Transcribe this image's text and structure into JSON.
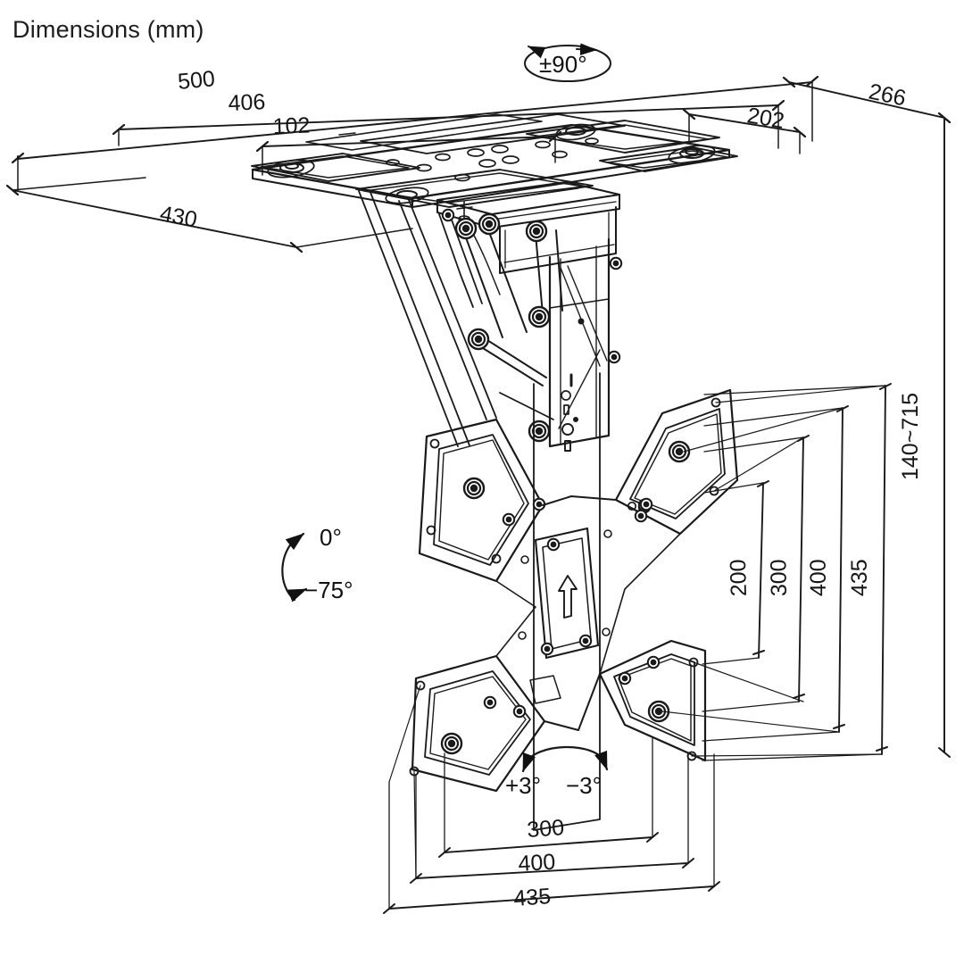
{
  "title": "Dimensions (mm)",
  "units": "mm",
  "drawing": {
    "type": "technical-dimension-drawing",
    "subject": "motorized flip-down ceiling TV mount",
    "projection": "isometric"
  },
  "dimensions": {
    "top": [
      {
        "id": "d-500",
        "label": "500",
        "value": 500,
        "placement": "top-left",
        "describes": "overall ceiling plate width"
      },
      {
        "id": "d-406",
        "label": "406",
        "value": 406,
        "placement": "top-left",
        "describes": "ceiling bracket mounting width"
      },
      {
        "id": "d-102",
        "label": "102",
        "value": 102,
        "placement": "top-left",
        "describes": "inner slot spacing"
      },
      {
        "id": "d-430",
        "label": "430",
        "value": 430,
        "placement": "left",
        "describes": "ceiling plate depth"
      },
      {
        "id": "d-202",
        "label": "202",
        "value": 202,
        "placement": "top-right",
        "describes": "rail mounting depth"
      },
      {
        "id": "d-266",
        "label": "266",
        "value": 266,
        "placement": "top-right",
        "describes": "overall plate depth"
      }
    ],
    "right": [
      {
        "id": "d-200v",
        "label": "200",
        "value": 200,
        "describes": "VESA vertical 200"
      },
      {
        "id": "d-300v",
        "label": "300",
        "value": 300,
        "describes": "VESA vertical 300"
      },
      {
        "id": "d-400v",
        "label": "400",
        "value": 400,
        "describes": "VESA vertical 400"
      },
      {
        "id": "d-435v",
        "label": "435",
        "value": 435,
        "describes": "bracket overall height"
      },
      {
        "id": "d-140-715",
        "label": "140~715",
        "value_min": 140,
        "value_max": 715,
        "describes": "drop height range from ceiling"
      }
    ],
    "bottom": [
      {
        "id": "d-300h",
        "label": "300",
        "value": 300,
        "describes": "VESA horizontal 300"
      },
      {
        "id": "d-400h",
        "label": "400",
        "value": 400,
        "describes": "VESA horizontal 400"
      },
      {
        "id": "d-435h",
        "label": "435",
        "value": 435,
        "describes": "bracket overall width"
      }
    ]
  },
  "angles": [
    {
      "id": "a-rotate",
      "label": "±90°",
      "axis": "swivel / rotation",
      "position": "top-center"
    },
    {
      "id": "a-fold-top",
      "label": "0°",
      "axis": "fold-down upper limit",
      "position": "mid-left"
    },
    {
      "id": "a-fold-bottom",
      "label": "−75°",
      "axis": "fold-down lower limit",
      "position": "mid-left"
    },
    {
      "id": "a-tilt-plus",
      "label": "+3°",
      "axis": "tilt positive",
      "position": "bottom-center"
    },
    {
      "id": "a-tilt-minus",
      "label": "−3°",
      "axis": "tilt negative",
      "position": "bottom-center"
    }
  ],
  "colors": {
    "line": "#1a1a1a",
    "background": "#ffffff",
    "text": "#161616"
  }
}
